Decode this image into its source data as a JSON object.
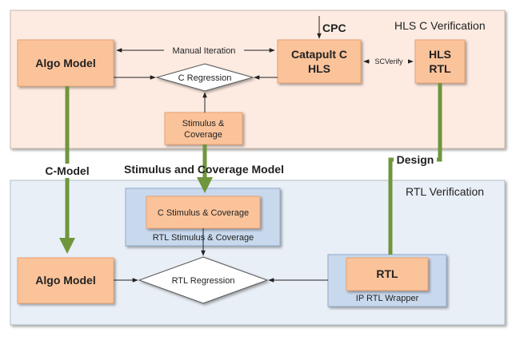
{
  "sections": {
    "hls": {
      "title": "HLS C Verification"
    },
    "rtl": {
      "title": "RTL Verification"
    }
  },
  "nodes": {
    "algo_model_top": {
      "label": "Algo Model"
    },
    "catapult": {
      "line1": "Catapult C",
      "line2": "HLS"
    },
    "hls_rtl": {
      "line1": "HLS",
      "line2": "RTL"
    },
    "c_regression": {
      "label": "C Regression"
    },
    "stimulus_coverage": {
      "line1": "Stimulus &",
      "line2": "Coverage"
    },
    "c_stimulus_coverage": {
      "label": "C Stimulus & Coverage"
    },
    "rtl_stimulus_wrapper": {
      "label": "RTL Stimulus & Coverage"
    },
    "algo_model_bottom": {
      "label": "Algo Model"
    },
    "rtl_regression": {
      "label": "RTL Regression"
    },
    "rtl": {
      "label": "RTL"
    },
    "ip_rtl_wrapper": {
      "label": "IP RTL Wrapper"
    }
  },
  "edges": {
    "manual_iteration": "Manual Iteration",
    "scverify": "SCVerify",
    "cpc": "CPC"
  },
  "flows": {
    "c_model": "C-Model",
    "stimulus_model": "Stimulus and Coverage Model",
    "design": "Design"
  },
  "colors": {
    "hls_bg": "#fdebe2",
    "rtl_bg": "#e9eff6",
    "node_fill": "#fbc39a",
    "node_stroke": "#e8a070",
    "wrapper_fill": "#c9d9ed",
    "wrapper_stroke": "#8faacc",
    "green_flow": "#6f963d"
  }
}
